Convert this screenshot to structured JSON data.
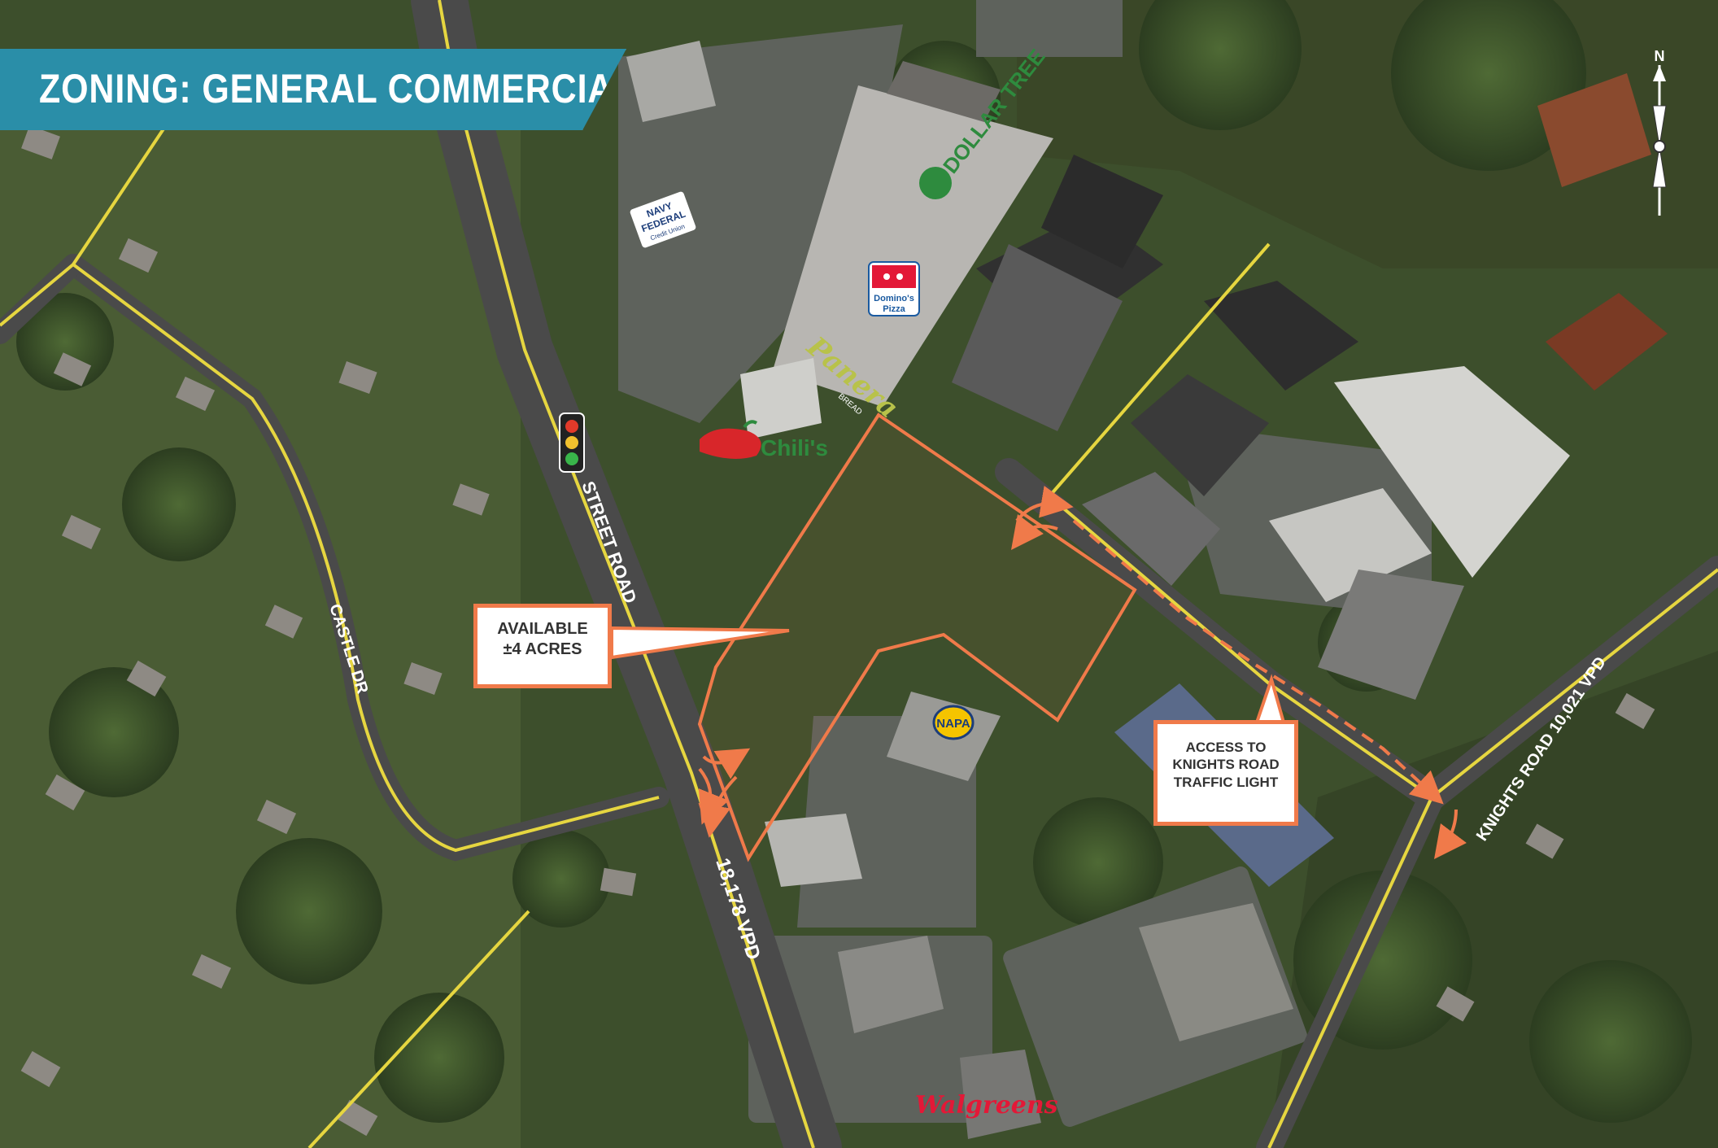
{
  "banner": {
    "title": "ZONING: GENERAL COMMERCIAL (GC)"
  },
  "roads": {
    "street_road": "STREET ROAD",
    "street_road_traffic": "18,178 VPD",
    "knights_road": "KNIGHTS ROAD 10,021 VPD",
    "castle_dr": "CASTLE DR"
  },
  "callouts": {
    "available": {
      "line1": "AVAILABLE",
      "line2": "±4 ACRES"
    },
    "access": {
      "line1": "ACCESS TO",
      "line2": "KNIGHTS ROAD",
      "line3": "TRAFFIC LIGHT"
    }
  },
  "pois": {
    "dollar_tree": "DOLLAR TREE",
    "dominos": {
      "line1": "Domino's",
      "line2": "Pizza"
    },
    "panera": {
      "line1": "Panera",
      "line2": "BREAD"
    },
    "chilis": "Chili's",
    "navy_federal": {
      "line1": "NAVY",
      "line2": "FEDERAL",
      "line3": "Credit Union"
    },
    "napa": "NAPA",
    "walgreens": "Walgreens"
  },
  "compass": {
    "north": "N"
  },
  "colors": {
    "banner": "#2a8ea8",
    "site_boundary": "#f07a4a",
    "road_line": "#e6d640",
    "access_arrow": "#f07a4a"
  },
  "icons": [
    "traffic-light-icon",
    "compass-icon",
    "access-arrow-icon"
  ]
}
